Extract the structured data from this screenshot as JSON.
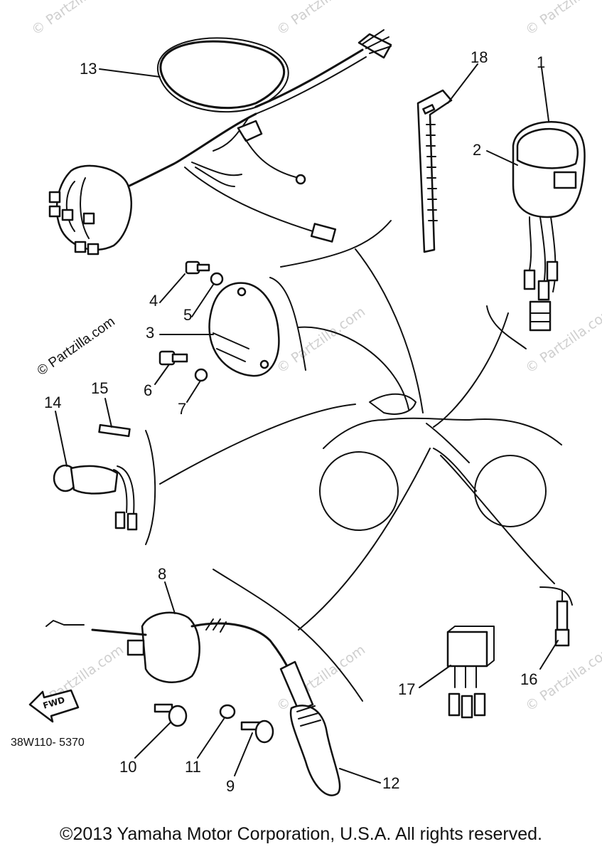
{
  "callouts": {
    "n1": "1",
    "n2": "2",
    "n3": "3",
    "n4": "4",
    "n5": "5",
    "n6": "6",
    "n7": "7",
    "n8": "8",
    "n9": "9",
    "n10": "10",
    "n11": "11",
    "n12": "12",
    "n13": "13",
    "n14": "14",
    "n15": "15",
    "n16": "16",
    "n17": "17",
    "n18": "18"
  },
  "diagram_code": "38W110- 5370",
  "fwd_label": "FWD",
  "watermark": "© Partzilla.com",
  "copyright": "©2013 Yamaha Motor Corporation, U.S.A. All rights reserved."
}
